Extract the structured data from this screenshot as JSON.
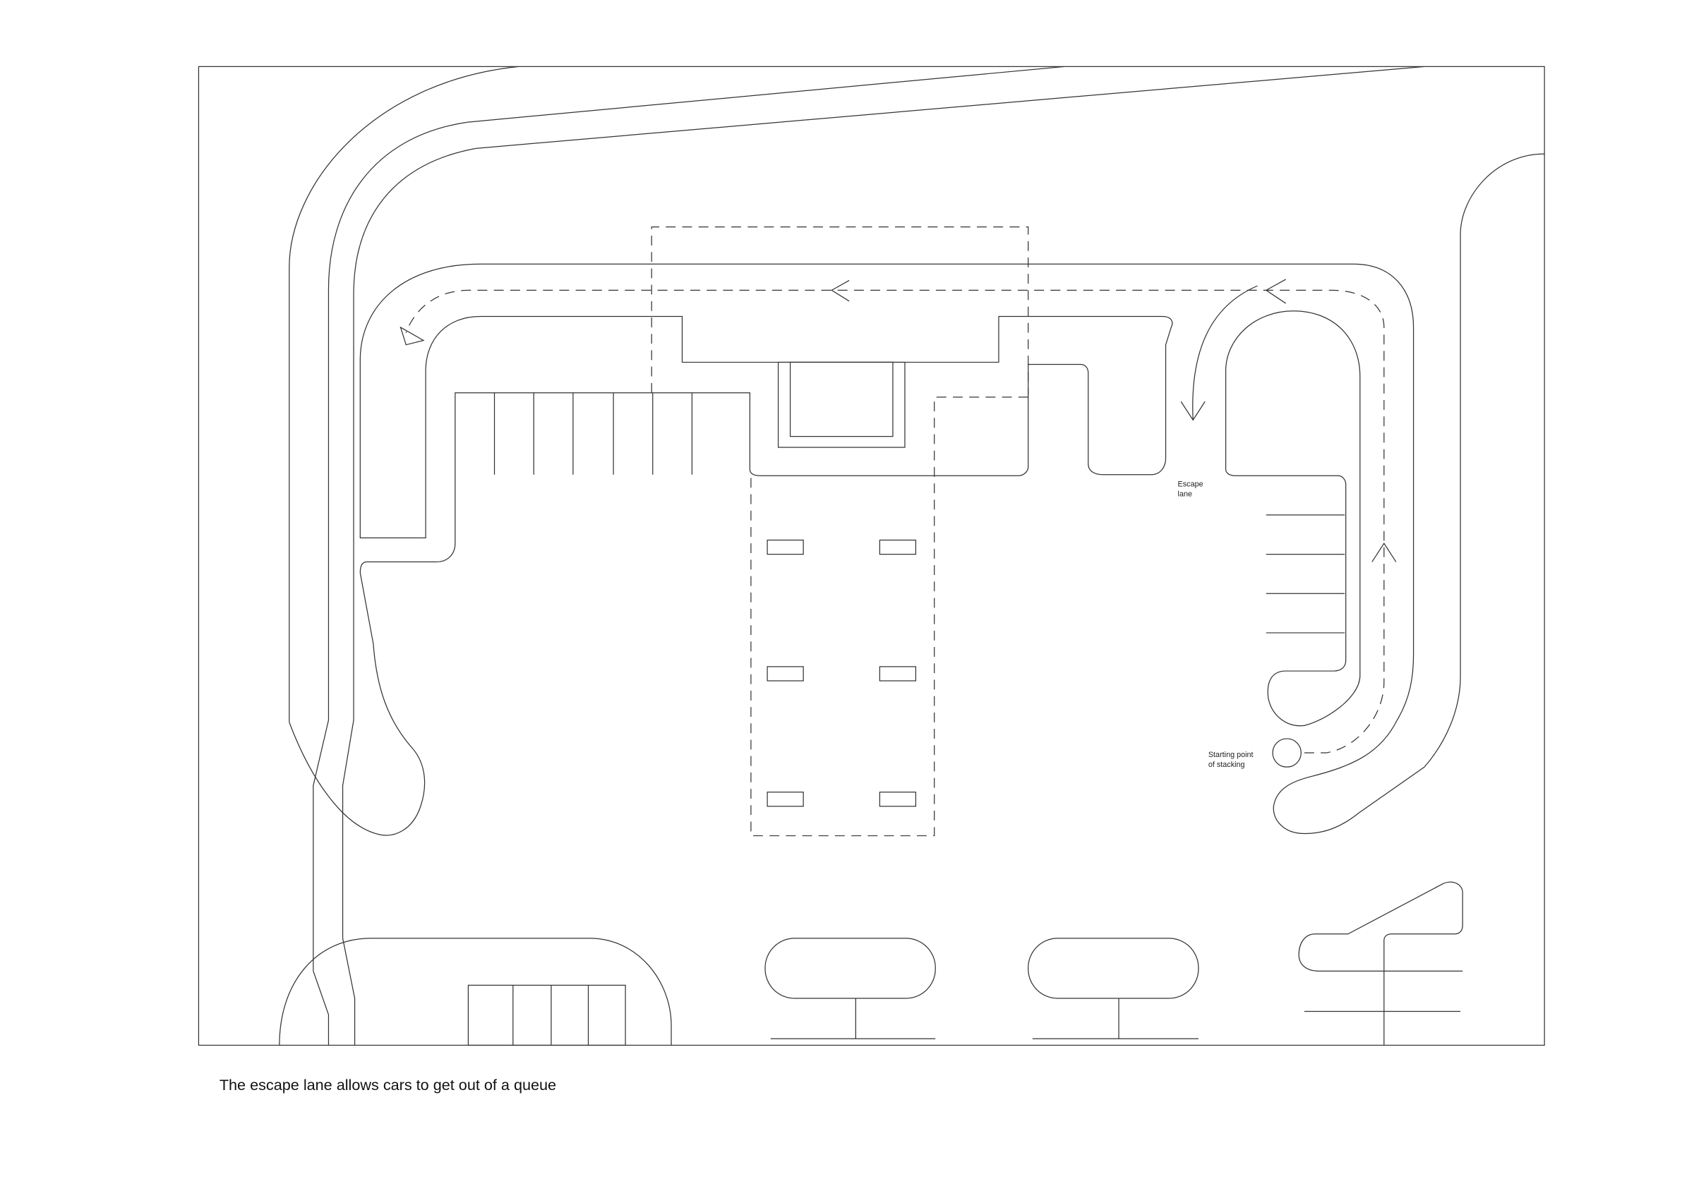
{
  "labels": {
    "escape_lane": [
      "Escape",
      "lane"
    ],
    "starting_point": [
      "Starting point",
      "of stacking"
    ]
  },
  "caption": "The escape lane allows cars to get out of a queue"
}
